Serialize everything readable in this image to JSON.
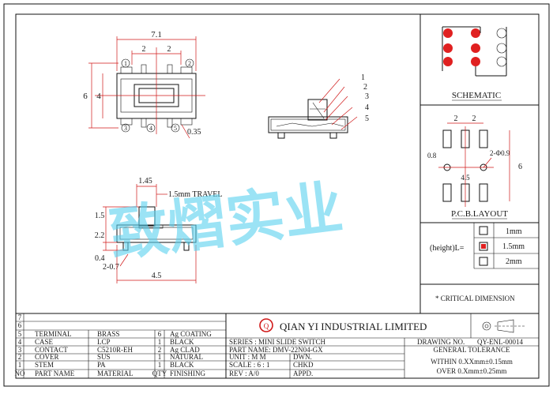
{
  "drawing": {
    "watermark": "致熠实业",
    "top_view_dims": {
      "width": "7.1",
      "pitch_a": "2",
      "pitch_b": "2",
      "height": "6",
      "inner_height": "4",
      "terminal_width": "0.35"
    },
    "callouts": [
      "1",
      "2",
      "3",
      "4",
      "5"
    ],
    "side_view_dims": {
      "stem_offset": "1.45",
      "travel": "1.5mm  TRAVEL",
      "stem_height": "1.5",
      "body_height": "2.2",
      "leg": "0.4",
      "pin": "2-0.7",
      "base": "4.5"
    },
    "circled_numbers": [
      "1",
      "2",
      "3",
      "4",
      "5"
    ]
  },
  "schematic": {
    "label": "SCHEMATIC"
  },
  "pcb": {
    "label": "P.C.B.LAYOUT",
    "dims": {
      "pitch_a": "2",
      "pitch_b": "2",
      "pad": "0.8",
      "hole": "2-Φ0.9",
      "span": "4.5",
      "height": "6"
    }
  },
  "height_option": {
    "label": "(height)L=",
    "options": [
      {
        "text": "1mm",
        "selected": false
      },
      {
        "text": "1.5mm",
        "selected": true
      },
      {
        "text": "2mm",
        "selected": false
      }
    ]
  },
  "critical_note": "* CRITICAL  DIMENSION",
  "bom": {
    "rows": [
      {
        "no": "7",
        "part": "",
        "material": "",
        "qty": "",
        "finish": ""
      },
      {
        "no": "6",
        "part": "",
        "material": "",
        "qty": "",
        "finish": ""
      },
      {
        "no": "5",
        "part": "TERMINAL",
        "material": "BRASS",
        "qty": "6",
        "finish": "Ag  COATING"
      },
      {
        "no": "4",
        "part": "CASE",
        "material": "LCP",
        "qty": "1",
        "finish": "BLACK"
      },
      {
        "no": "3",
        "part": "CONTACT",
        "material": "C5210R-EH",
        "qty": "2",
        "finish": "Ag  CLAD"
      },
      {
        "no": "2",
        "part": "COVER",
        "material": "SUS",
        "qty": "1",
        "finish": "NATURAL"
      },
      {
        "no": "1",
        "part": "STEM",
        "material": "PA",
        "qty": "1",
        "finish": "BLACK"
      }
    ],
    "header": {
      "no": "NO",
      "part": "PART NAME",
      "material": "MATERIAL",
      "qty": "QTY",
      "finish": "FINISHING"
    }
  },
  "title_block": {
    "company": "QIAN  YI  INDUSTRIAL  LIMITED",
    "logo_letter": "Q",
    "series": "SERIES : MINI SLIDE SWITCH",
    "part_name": "PART NAME: DMV-22N04-GX",
    "unit": "UNIT : M M",
    "scale": "SCALE : 6 : 1",
    "rev": "REV  :  A/0",
    "dwn": "DWN.",
    "chkd": "CHKD",
    "appd": "APPD.",
    "drawing_no_label": "DRAWING NO.",
    "drawing_no": "QY-ENL-00014",
    "general_tolerance": "GENERAL TOLERANCE",
    "tol1": "WITHIN  0.XXmm±0.15mm",
    "tol2": "OVER   0.Xmm±0.25mm"
  }
}
